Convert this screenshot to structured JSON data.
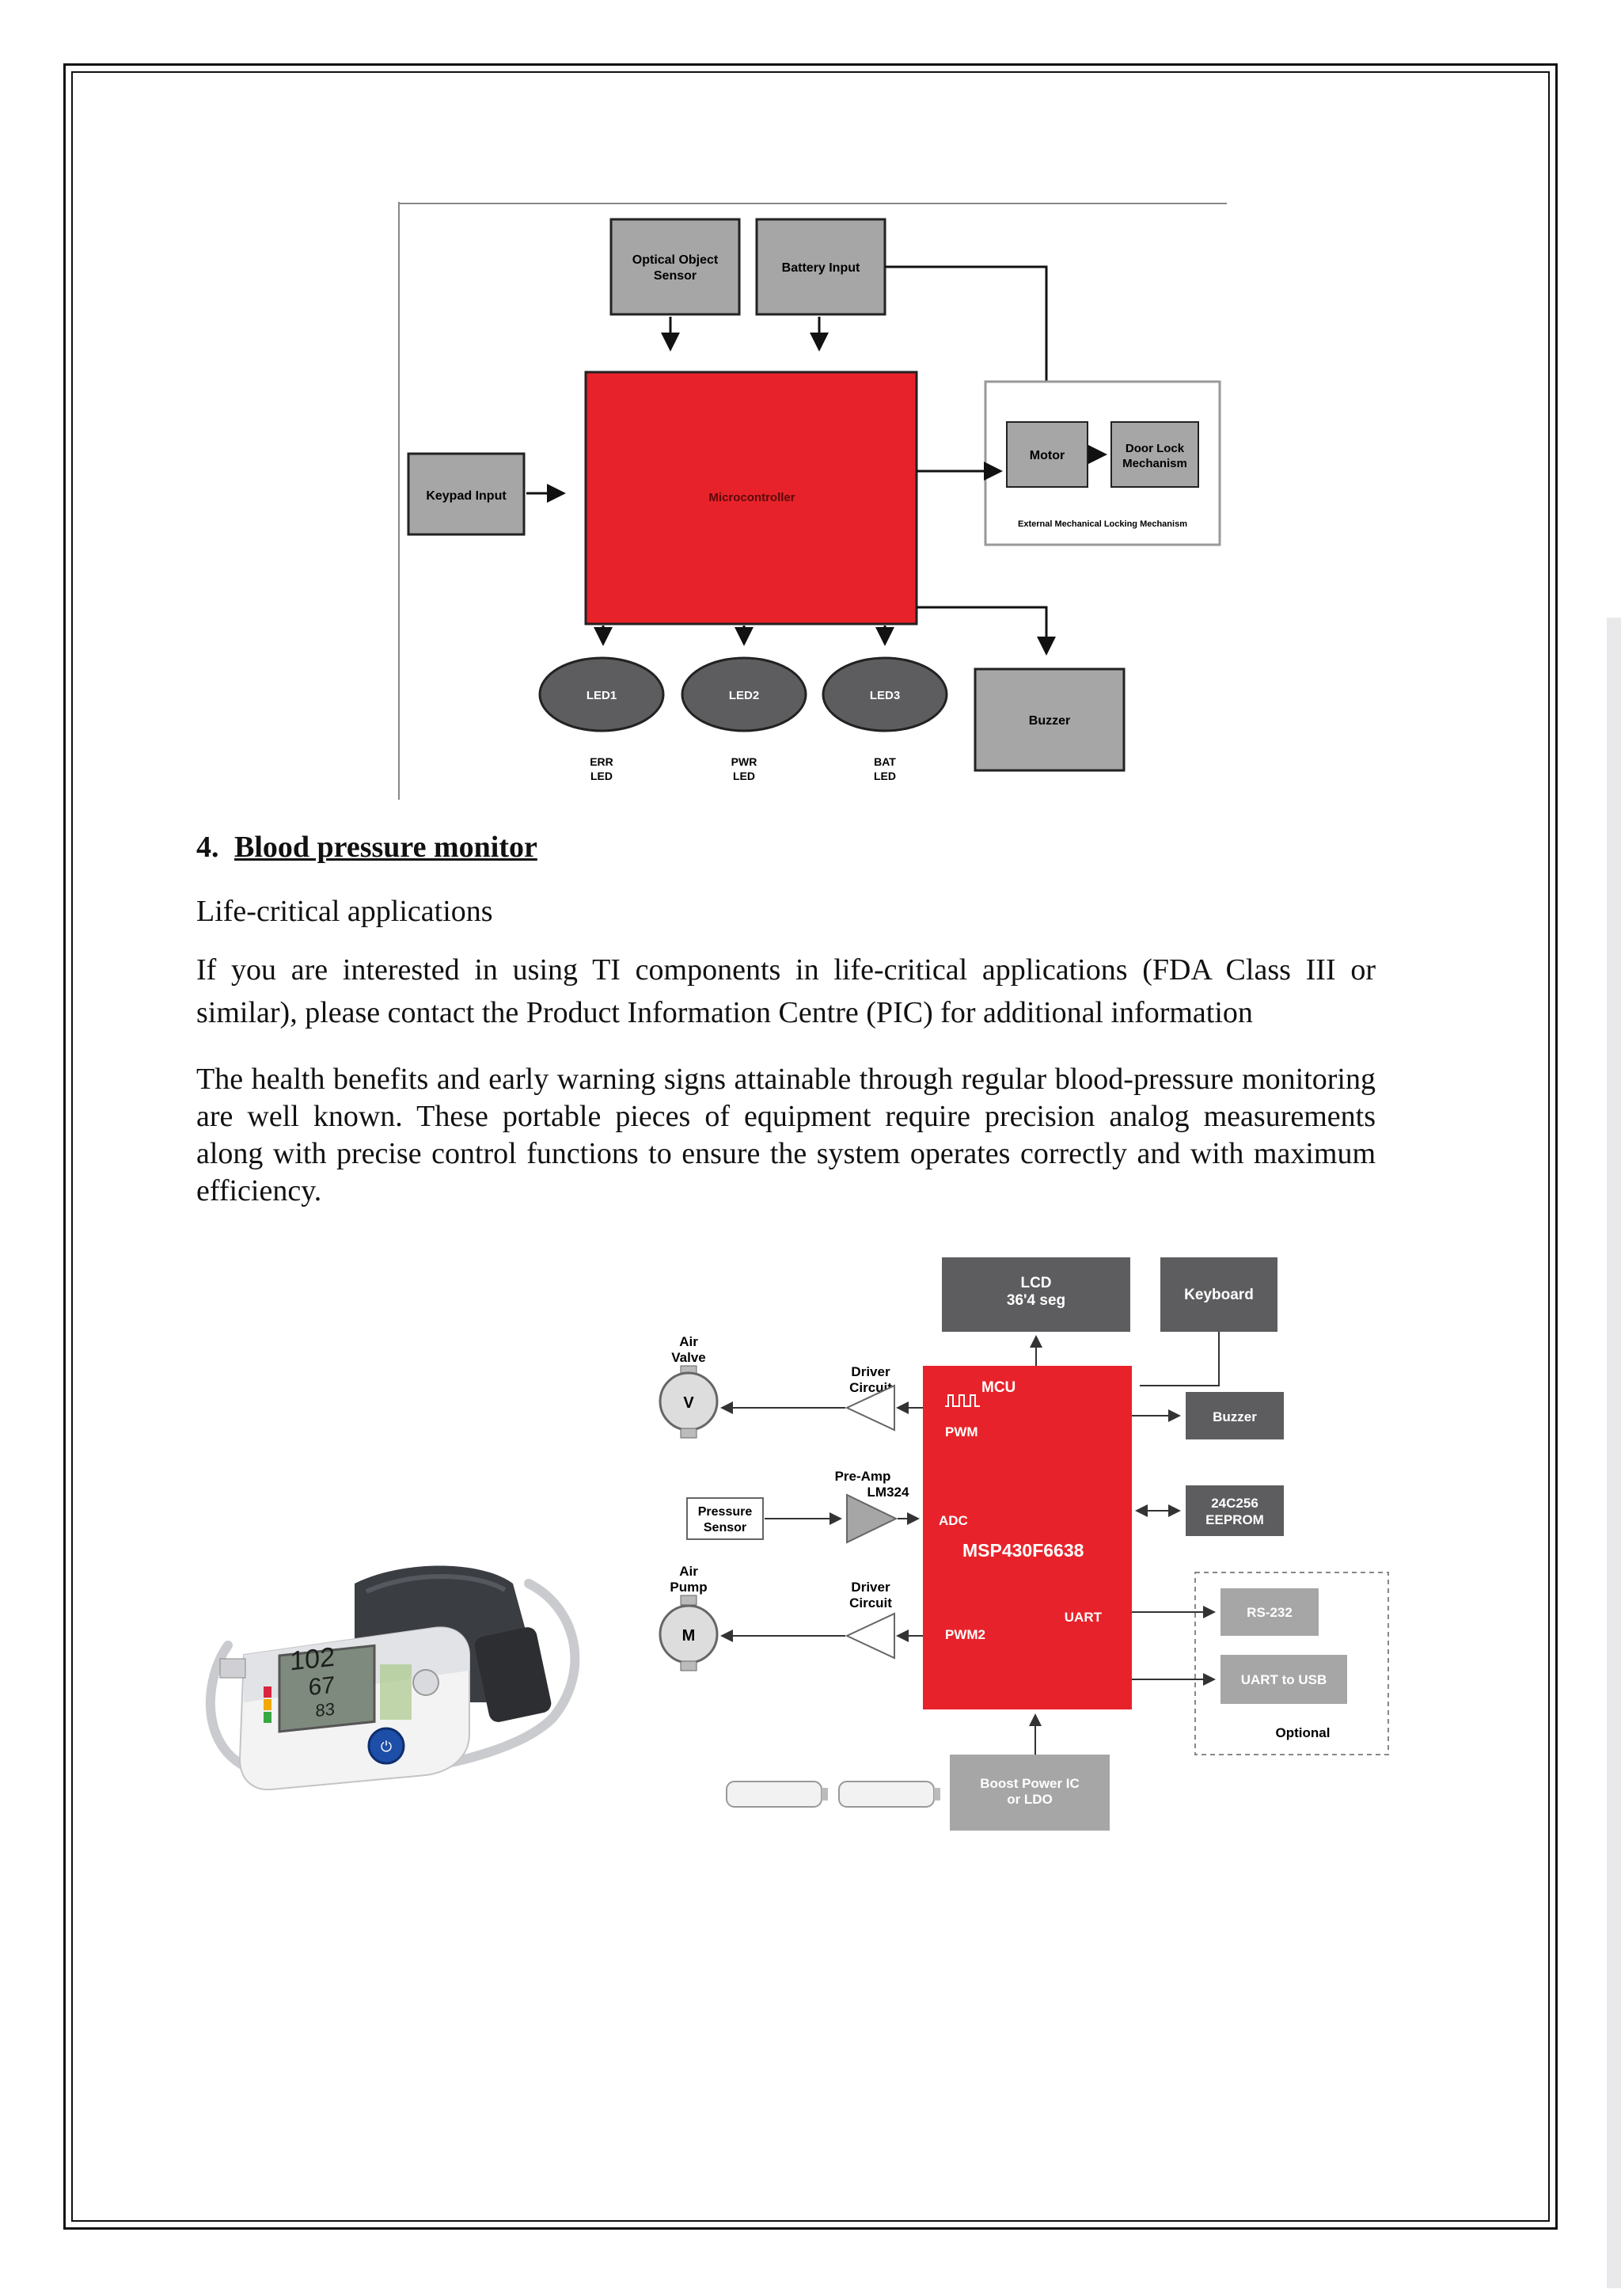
{
  "diagram1": {
    "optical_sensor": [
      "Optical Object",
      "Sensor"
    ],
    "battery_input": "Battery Input",
    "keypad_input": "Keypad Input",
    "microcontroller": "Microcontroller",
    "motor": "Motor",
    "door_lock": [
      "Door Lock",
      "Mechanism"
    ],
    "external_caption": "External Mechanical Locking Mechanism",
    "led1": "LED1",
    "led2": "LED2",
    "led3": "LED3",
    "led1_caption": [
      "ERR",
      "LED"
    ],
    "led2_caption": [
      "PWR",
      "LED"
    ],
    "led3_caption": [
      "BAT",
      "LED"
    ],
    "buzzer": "Buzzer"
  },
  "section": {
    "number": "4.",
    "title": "Blood pressure monitor",
    "subtitle": "Life-critical applications",
    "para1": "If you are interested in using TI components in life-critical applications (FDA Class III or similar), please contact the Product Information Centre (PIC) for additional information",
    "para2": "The health benefits and early warning signs attainable through regular blood-pressure monitoring are well known. These portable pieces of equipment require precision analog measurements along with precise control functions to ensure the system operates correctly and with maximum efficiency."
  },
  "device": {
    "readings": [
      "102",
      "67",
      "83"
    ]
  },
  "diagram2": {
    "lcd": [
      "LCD",
      "36'4 seg"
    ],
    "keyboard": "Keyboard",
    "air_valve": [
      "Air",
      "Valve"
    ],
    "valve_symbol": "V",
    "driver_circuit_1": [
      "Driver",
      "Circuit"
    ],
    "mcu": "MCU",
    "pwm": "PWM",
    "buzzer": "Buzzer",
    "pre_amp": [
      "Pre-Amp",
      "LM324"
    ],
    "pressure_sensor": [
      "Pressure",
      "Sensor"
    ],
    "adc": "ADC",
    "chip": "MSP430F6638",
    "eeprom": [
      "24C256",
      "EEPROM"
    ],
    "air_pump": [
      "Air",
      "Pump"
    ],
    "pump_symbol": "M",
    "driver_circuit_2": [
      "Driver",
      "Circuit"
    ],
    "pwm2": "PWM2",
    "uart": "UART",
    "rs232": "RS-232",
    "uart_usb": "UART to USB",
    "optional": "Optional",
    "boost": [
      "Boost Power IC",
      "or LDO"
    ]
  },
  "colors": {
    "mcu_red": "#e8222a",
    "box_gray": "#a6a6a6",
    "dark_gray": "#5d5d5f",
    "cuff": "#3a3d42"
  }
}
